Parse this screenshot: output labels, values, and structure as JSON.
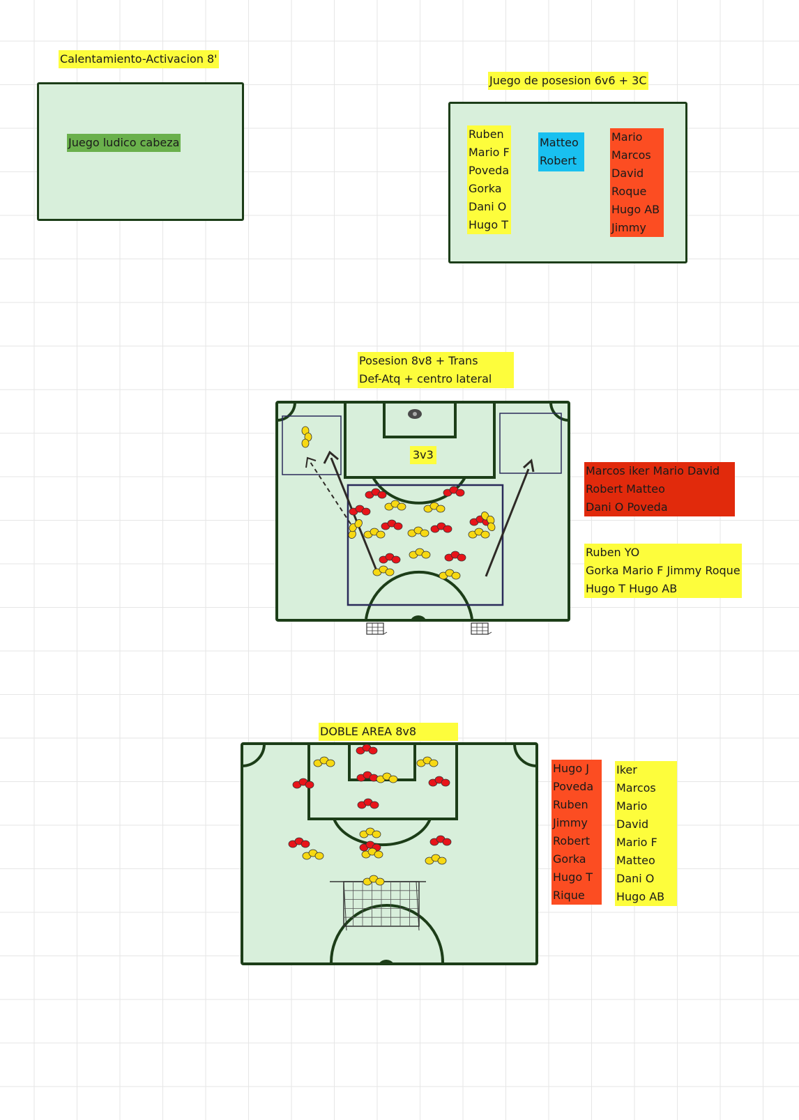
{
  "section1": {
    "title": "Calentamiento-Activacion 8'",
    "field_label": "Juego ludico cabeza"
  },
  "section2": {
    "title": "Juego de posesion 6v6 + 3C",
    "team_yellow": [
      "Ruben",
      "Mario F",
      "Poveda",
      "Gorka",
      "Dani O",
      "Hugo T"
    ],
    "team_blue": [
      "Matteo",
      "Robert"
    ],
    "team_orange": [
      "Mario",
      "Marcos",
      "David",
      "Roque",
      "Hugo AB",
      "Jimmy"
    ]
  },
  "section3": {
    "title_line1": "Posesion 8v8 + Trans",
    "title_line2": "Def-Atq + centro lateral",
    "label_3v3": "3v3",
    "team_red": [
      "Marcos iker Mario David",
      "Robert Matteo",
      "Dani O Poveda"
    ],
    "team_yellow": [
      "Ruben YO",
      "Gorka Mario F Jimmy Roque",
      "Hugo T Hugo AB"
    ]
  },
  "section4": {
    "title": "DOBLE AREA 8v8",
    "team_orange": [
      "Hugo J",
      "Poveda",
      "Ruben",
      "Jimmy",
      "Robert",
      "Gorka",
      "Hugo T",
      "Rique"
    ],
    "team_yellow": [
      "Iker",
      "Marcos",
      "Mario",
      "David",
      "Mario F",
      "Matteo",
      "Dani O",
      "Hugo AB"
    ]
  },
  "colors": {
    "pitch": "#d8efdb",
    "lines": "#1c3d18",
    "highlight_yellow": "#fdfd3c",
    "highlight_green": "#6ab04c",
    "highlight_cyan": "#19c0f0",
    "highlight_orange": "#fc4d22",
    "highlight_red": "#e12a0c",
    "marker_red": "#e8141a",
    "marker_yellow": "#f7d913",
    "zone_outline": "#2a2a5a"
  },
  "icons": [
    "cone-marker-icon",
    "mini-goal-icon",
    "goal-net-icon",
    "arrow-icon"
  ]
}
